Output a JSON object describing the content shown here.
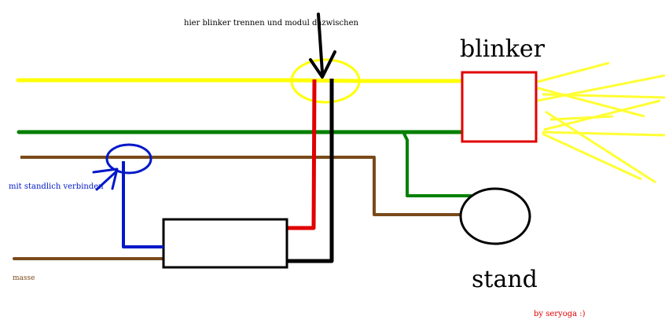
{
  "labels": {
    "instruction": "hier blinker trennen und modul dazwischen",
    "blinker": "blinker",
    "stand": "stand",
    "standlicht": "mit standlich verbinden",
    "masse": "masse",
    "author": "by seryoga :)"
  },
  "colors": {
    "yellow": "#ffff00",
    "green": "#008000",
    "brown": "#7a4a1a",
    "red": "#e00000",
    "black": "#000000",
    "blue": "#0018c8",
    "ray": "#ffff33"
  }
}
